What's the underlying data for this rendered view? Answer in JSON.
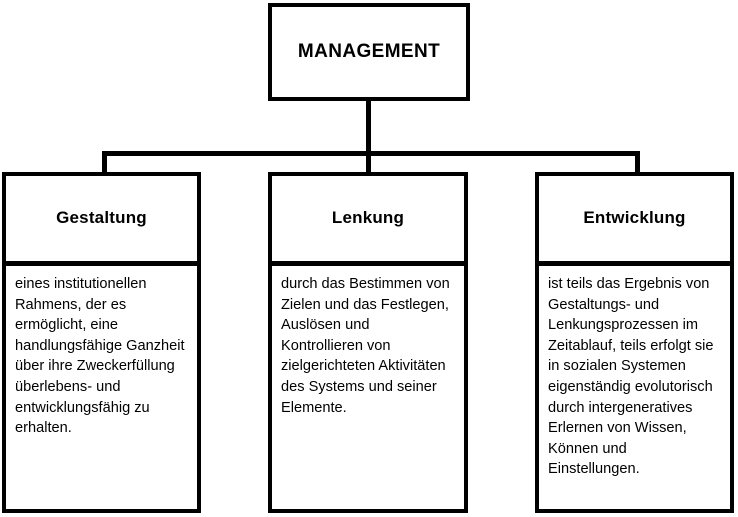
{
  "diagram": {
    "title": "MANAGEMENT",
    "root": {
      "label": "MANAGEMENT"
    },
    "children": [
      {
        "title": "Gestaltung",
        "text": "eines institutionellen Rahmens, der es ermöglicht, eine handlungsfähige Ganzheit über ihre Zweckerfüllung überlebens- und entwicklungsfähig zu erhalten."
      },
      {
        "title": "Lenkung",
        "text": "durch das Bestimmen von Zielen und das Festlegen, Auslösen und Kontrollieren von zielgerichteten Aktivitäten des Systems und seiner Elemente."
      },
      {
        "title": "Entwicklung",
        "text": "ist teils das Ergebnis von Gestaltungs- und Lenkungsprozessen im Zeitablauf, teils erfolgt sie in sozialen Systemen eigenständig evolutorisch durch intergeneratives Erlernen von Wissen, Können und Einstellungen."
      }
    ],
    "colors": {
      "stroke": "#000000",
      "background": "#ffffff",
      "text": "#000000"
    }
  }
}
